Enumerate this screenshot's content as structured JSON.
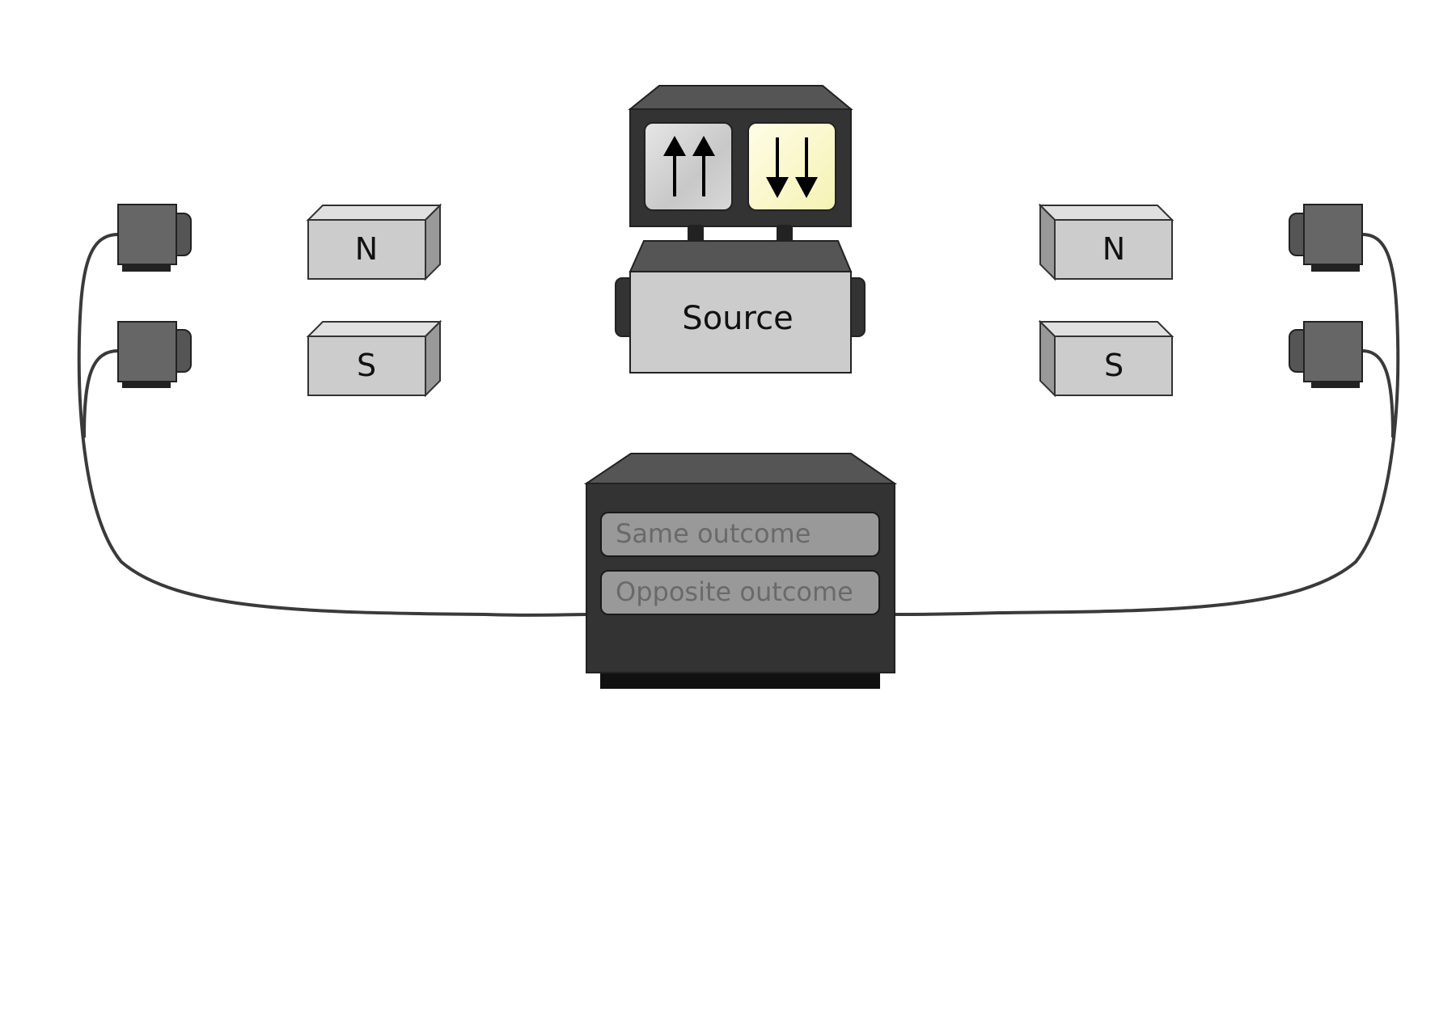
{
  "source": {
    "label": "Source",
    "settings": [
      {
        "icon": "double-up-arrow-icon",
        "selected": false
      },
      {
        "icon": "double-down-arrow-icon",
        "selected": true
      }
    ]
  },
  "magnets": {
    "left": {
      "north_label": "N",
      "south_label": "S"
    },
    "right": {
      "north_label": "N",
      "south_label": "S"
    }
  },
  "detectors": {
    "left": {
      "count": 2
    },
    "right": {
      "count": 2
    }
  },
  "comparator": {
    "same_label": "Same outcome",
    "opposite_label": "Opposite outcome"
  },
  "colors": {
    "dark_body": "#333333",
    "dark_top": "#555555",
    "light_gray": "#cccccc",
    "panel_gray": "#999999",
    "panel_text": "#6a6a6a",
    "selected_highlight": "#fbf8c4",
    "detector": "#666666",
    "cable": "#3a3a3a"
  }
}
